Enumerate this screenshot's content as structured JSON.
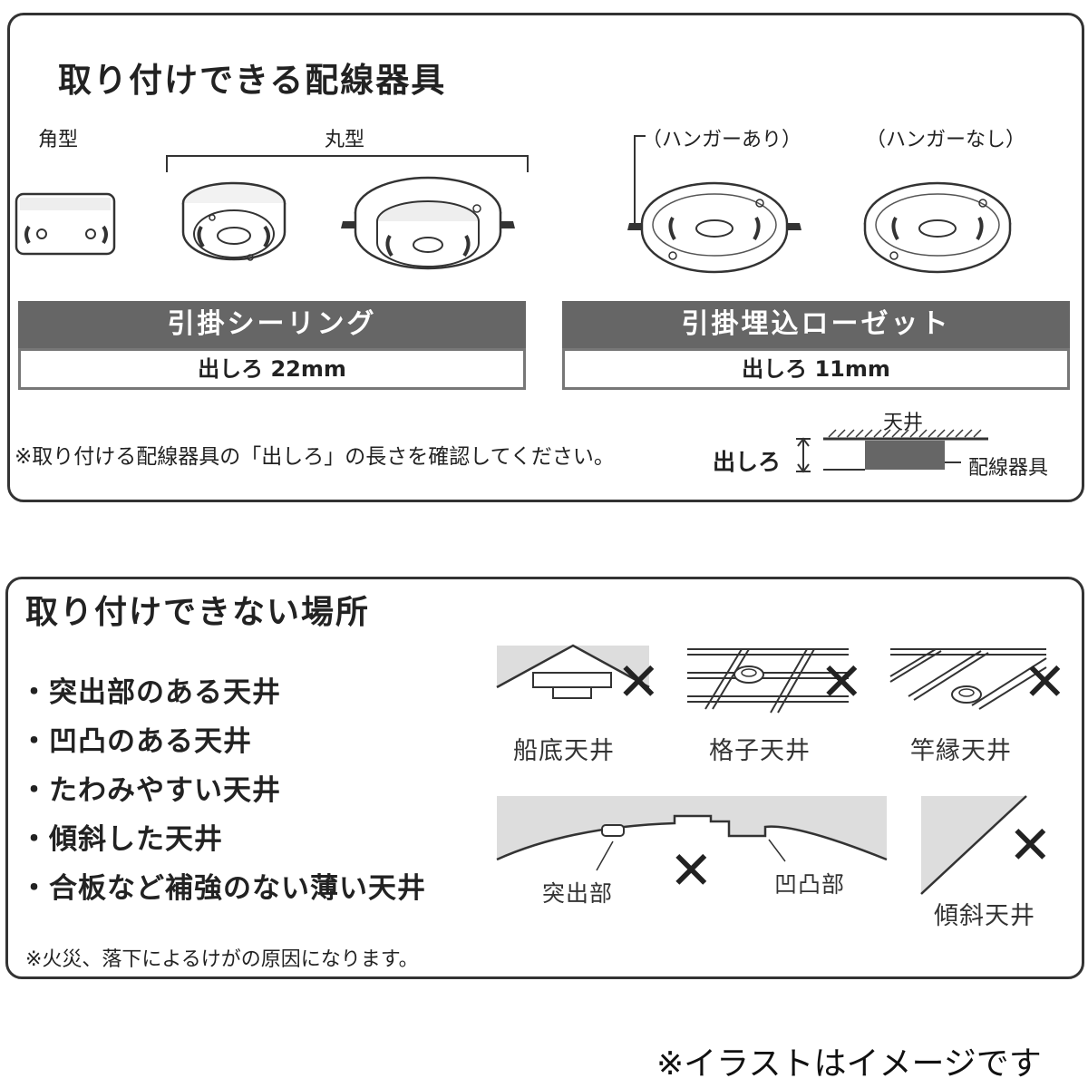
{
  "top_panel": {
    "title": "取り付けできる配線器具",
    "labels": {
      "kakugata": "角型",
      "marugata": "丸型",
      "hanger_ari": "（ハンガーあり）",
      "hanger_nashi": "（ハンガーなし）"
    },
    "bar_left": {
      "name": "引掛シーリング",
      "spec": "出しろ 22mm"
    },
    "bar_right": {
      "name": "引掛埋込ローゼット",
      "spec": "出しろ 11mm"
    },
    "note": "※取り付ける配線器具の「出しろ」の長さを確認してください。",
    "diagram": {
      "ceiling": "天井",
      "dashiro": "出しろ",
      "fixture": "配線器具"
    }
  },
  "bottom_panel": {
    "title": "取り付けできない場所",
    "items": [
      "・突出部のある天井",
      "・凹凸のある天井",
      "・たわみやすい天井",
      "・傾斜した天井",
      "・合板など補強のない薄い天井"
    ],
    "note": "※火災、落下によるけがの原因になります。",
    "captions": {
      "funazoko": "船底天井",
      "koushi": "格子天井",
      "saobuchi": "竿縁天井",
      "tosshutsubu": "突出部",
      "outotsubu": "凹凸部",
      "keisha": "傾斜天井"
    },
    "mark": "✕"
  },
  "footer_note": "※イラストはイメージです"
}
